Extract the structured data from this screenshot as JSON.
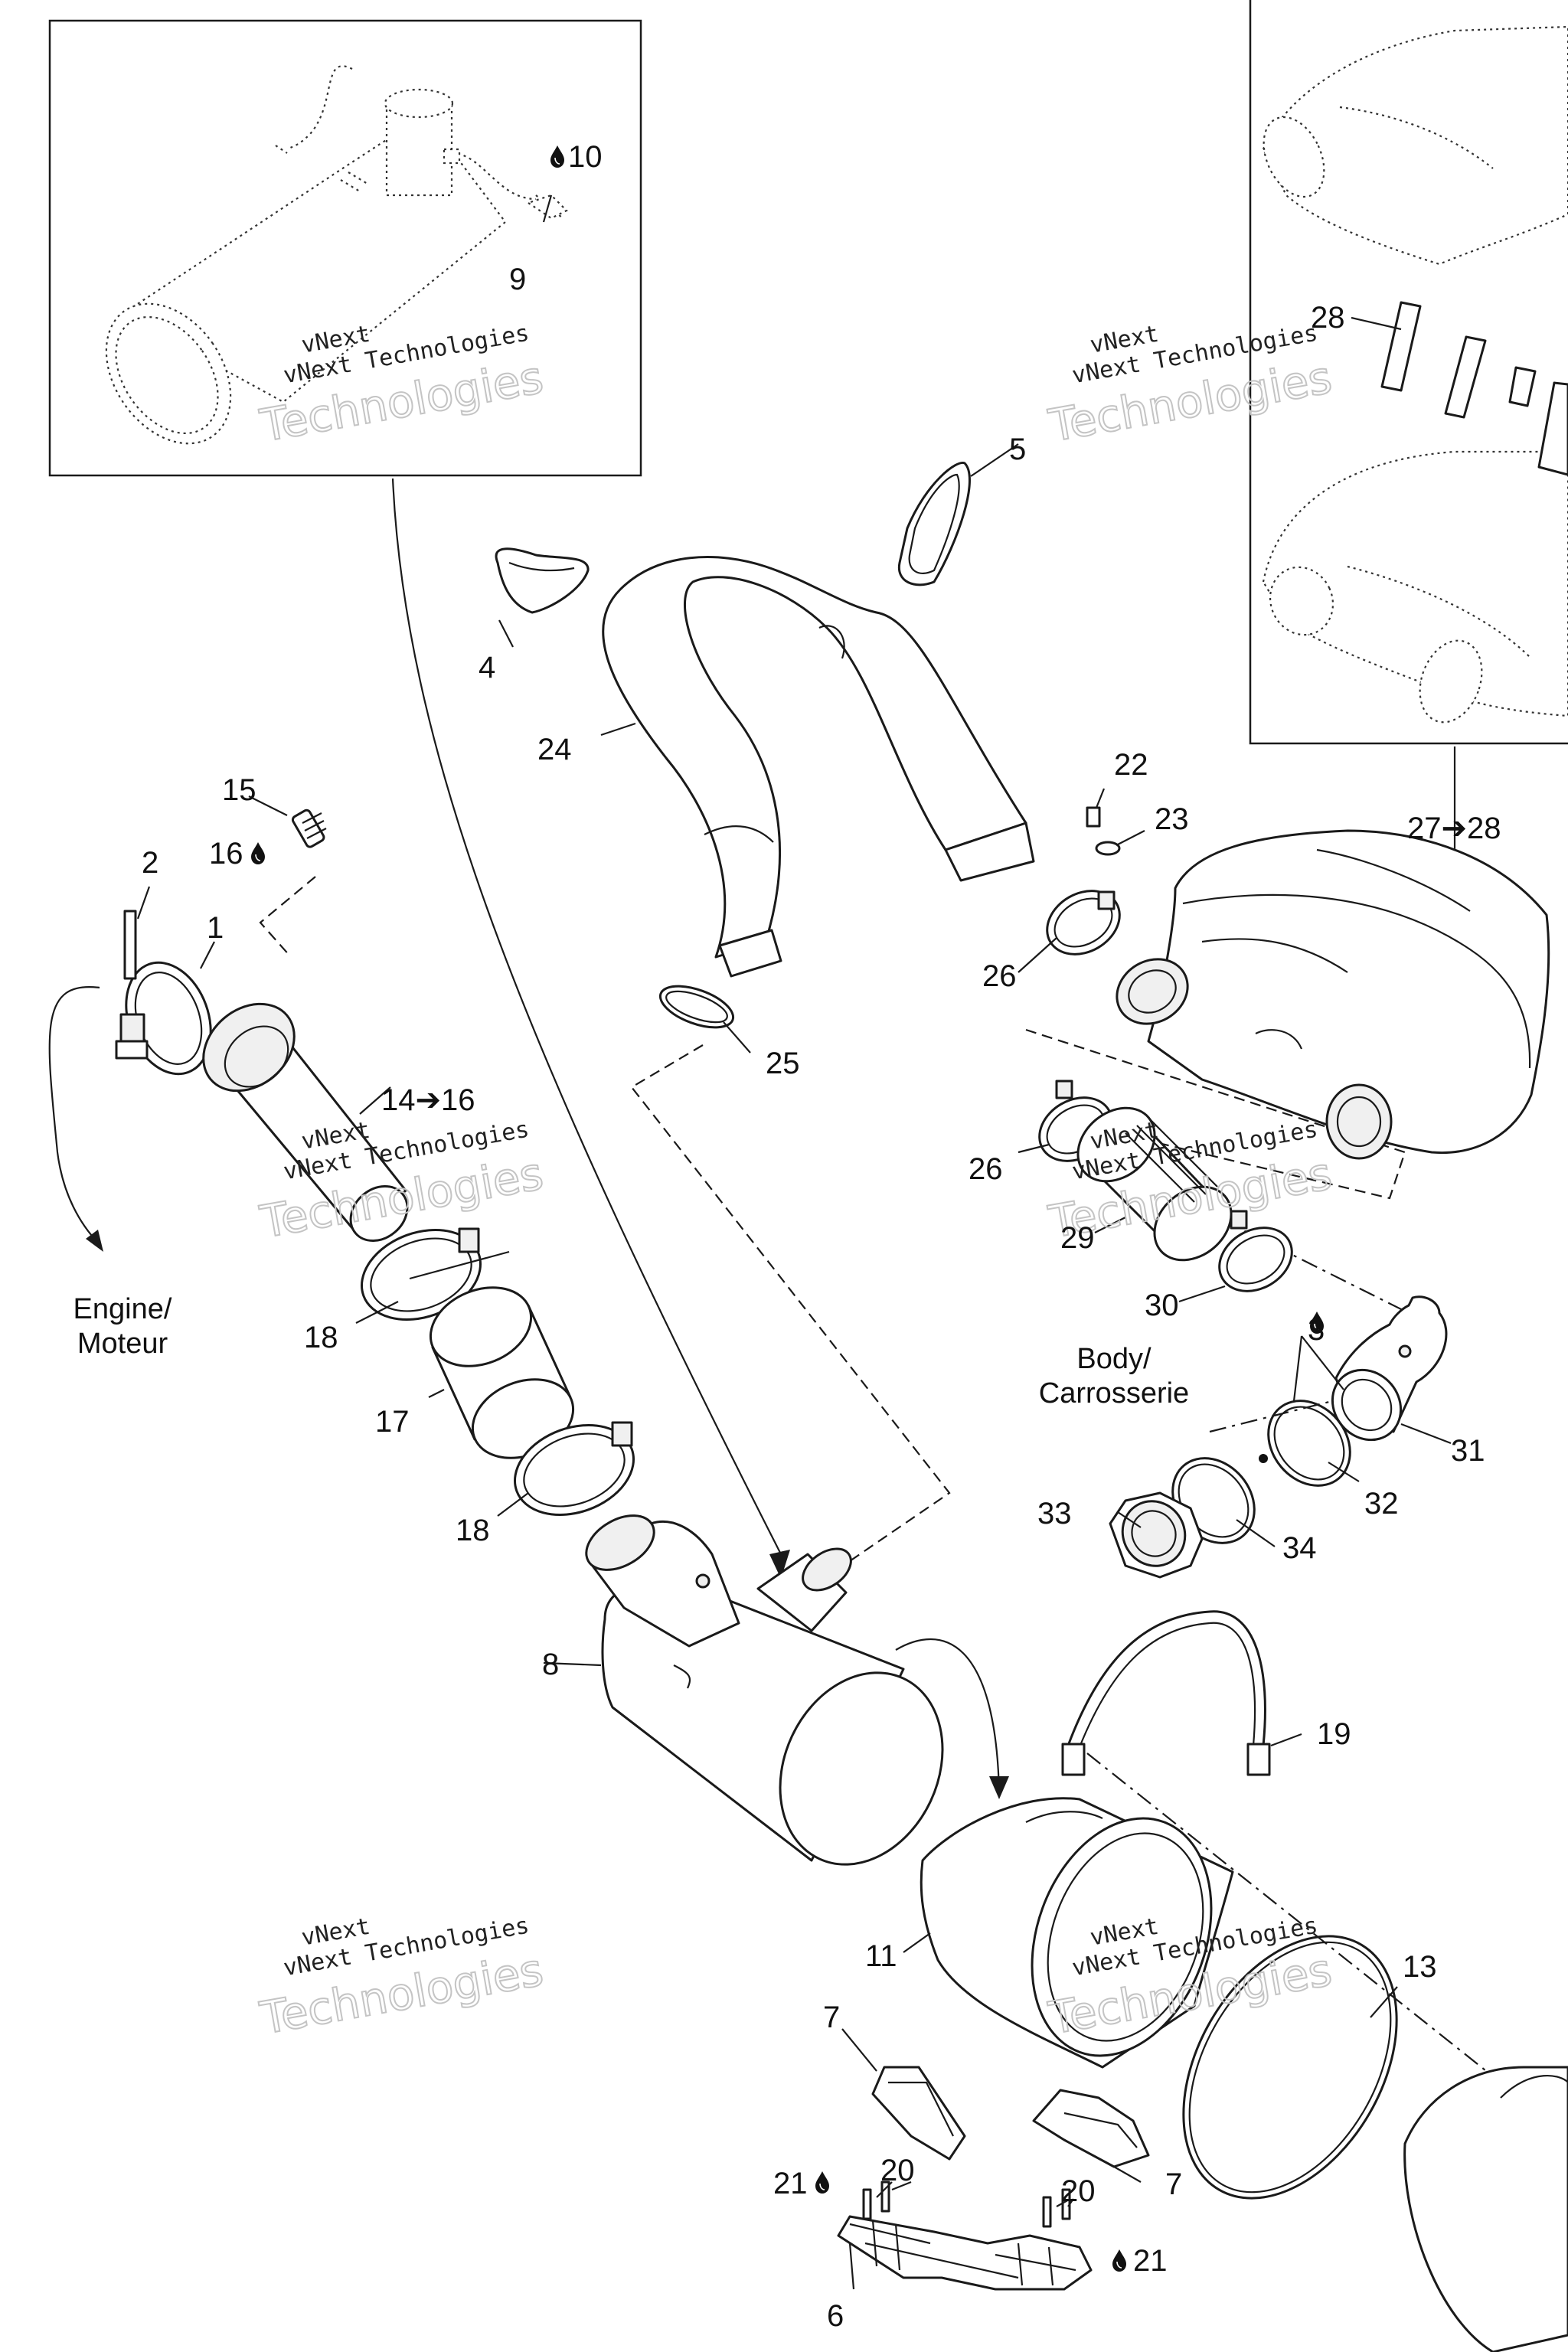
{
  "callouts": {
    "c1": "1",
    "c2": "2",
    "c3": "3",
    "c4": "4",
    "c5": "5",
    "c6": "6",
    "c7a": "7",
    "c7b": "7",
    "c8": "8",
    "c9": "9",
    "c10": "10",
    "c11": "11",
    "c13": "13",
    "c14_16": "14➔16",
    "c15": "15",
    "c16": "16",
    "c17": "17",
    "c18a": "18",
    "c18b": "18",
    "c19": "19",
    "c20a": "20",
    "c20b": "20",
    "c21a": "21",
    "c21b": "21",
    "c22": "22",
    "c23": "23",
    "c24": "24",
    "c25": "25",
    "c26a": "26",
    "c26b": "26",
    "c27_28": "27➔28",
    "c28": "28",
    "c29": "29",
    "c30": "30",
    "c31": "31",
    "c32": "32",
    "c33": "33",
    "c34": "34"
  },
  "notes": {
    "engine_line1": "Engine/",
    "engine_line2": "Moteur",
    "body_line1": "Body/",
    "body_line2": "Carrosserie"
  },
  "watermark": {
    "line1": "vNext",
    "line2": "vNext Technologies",
    "line3": "Technologies"
  },
  "icons": {
    "sealant_drop": "drop-icon"
  }
}
